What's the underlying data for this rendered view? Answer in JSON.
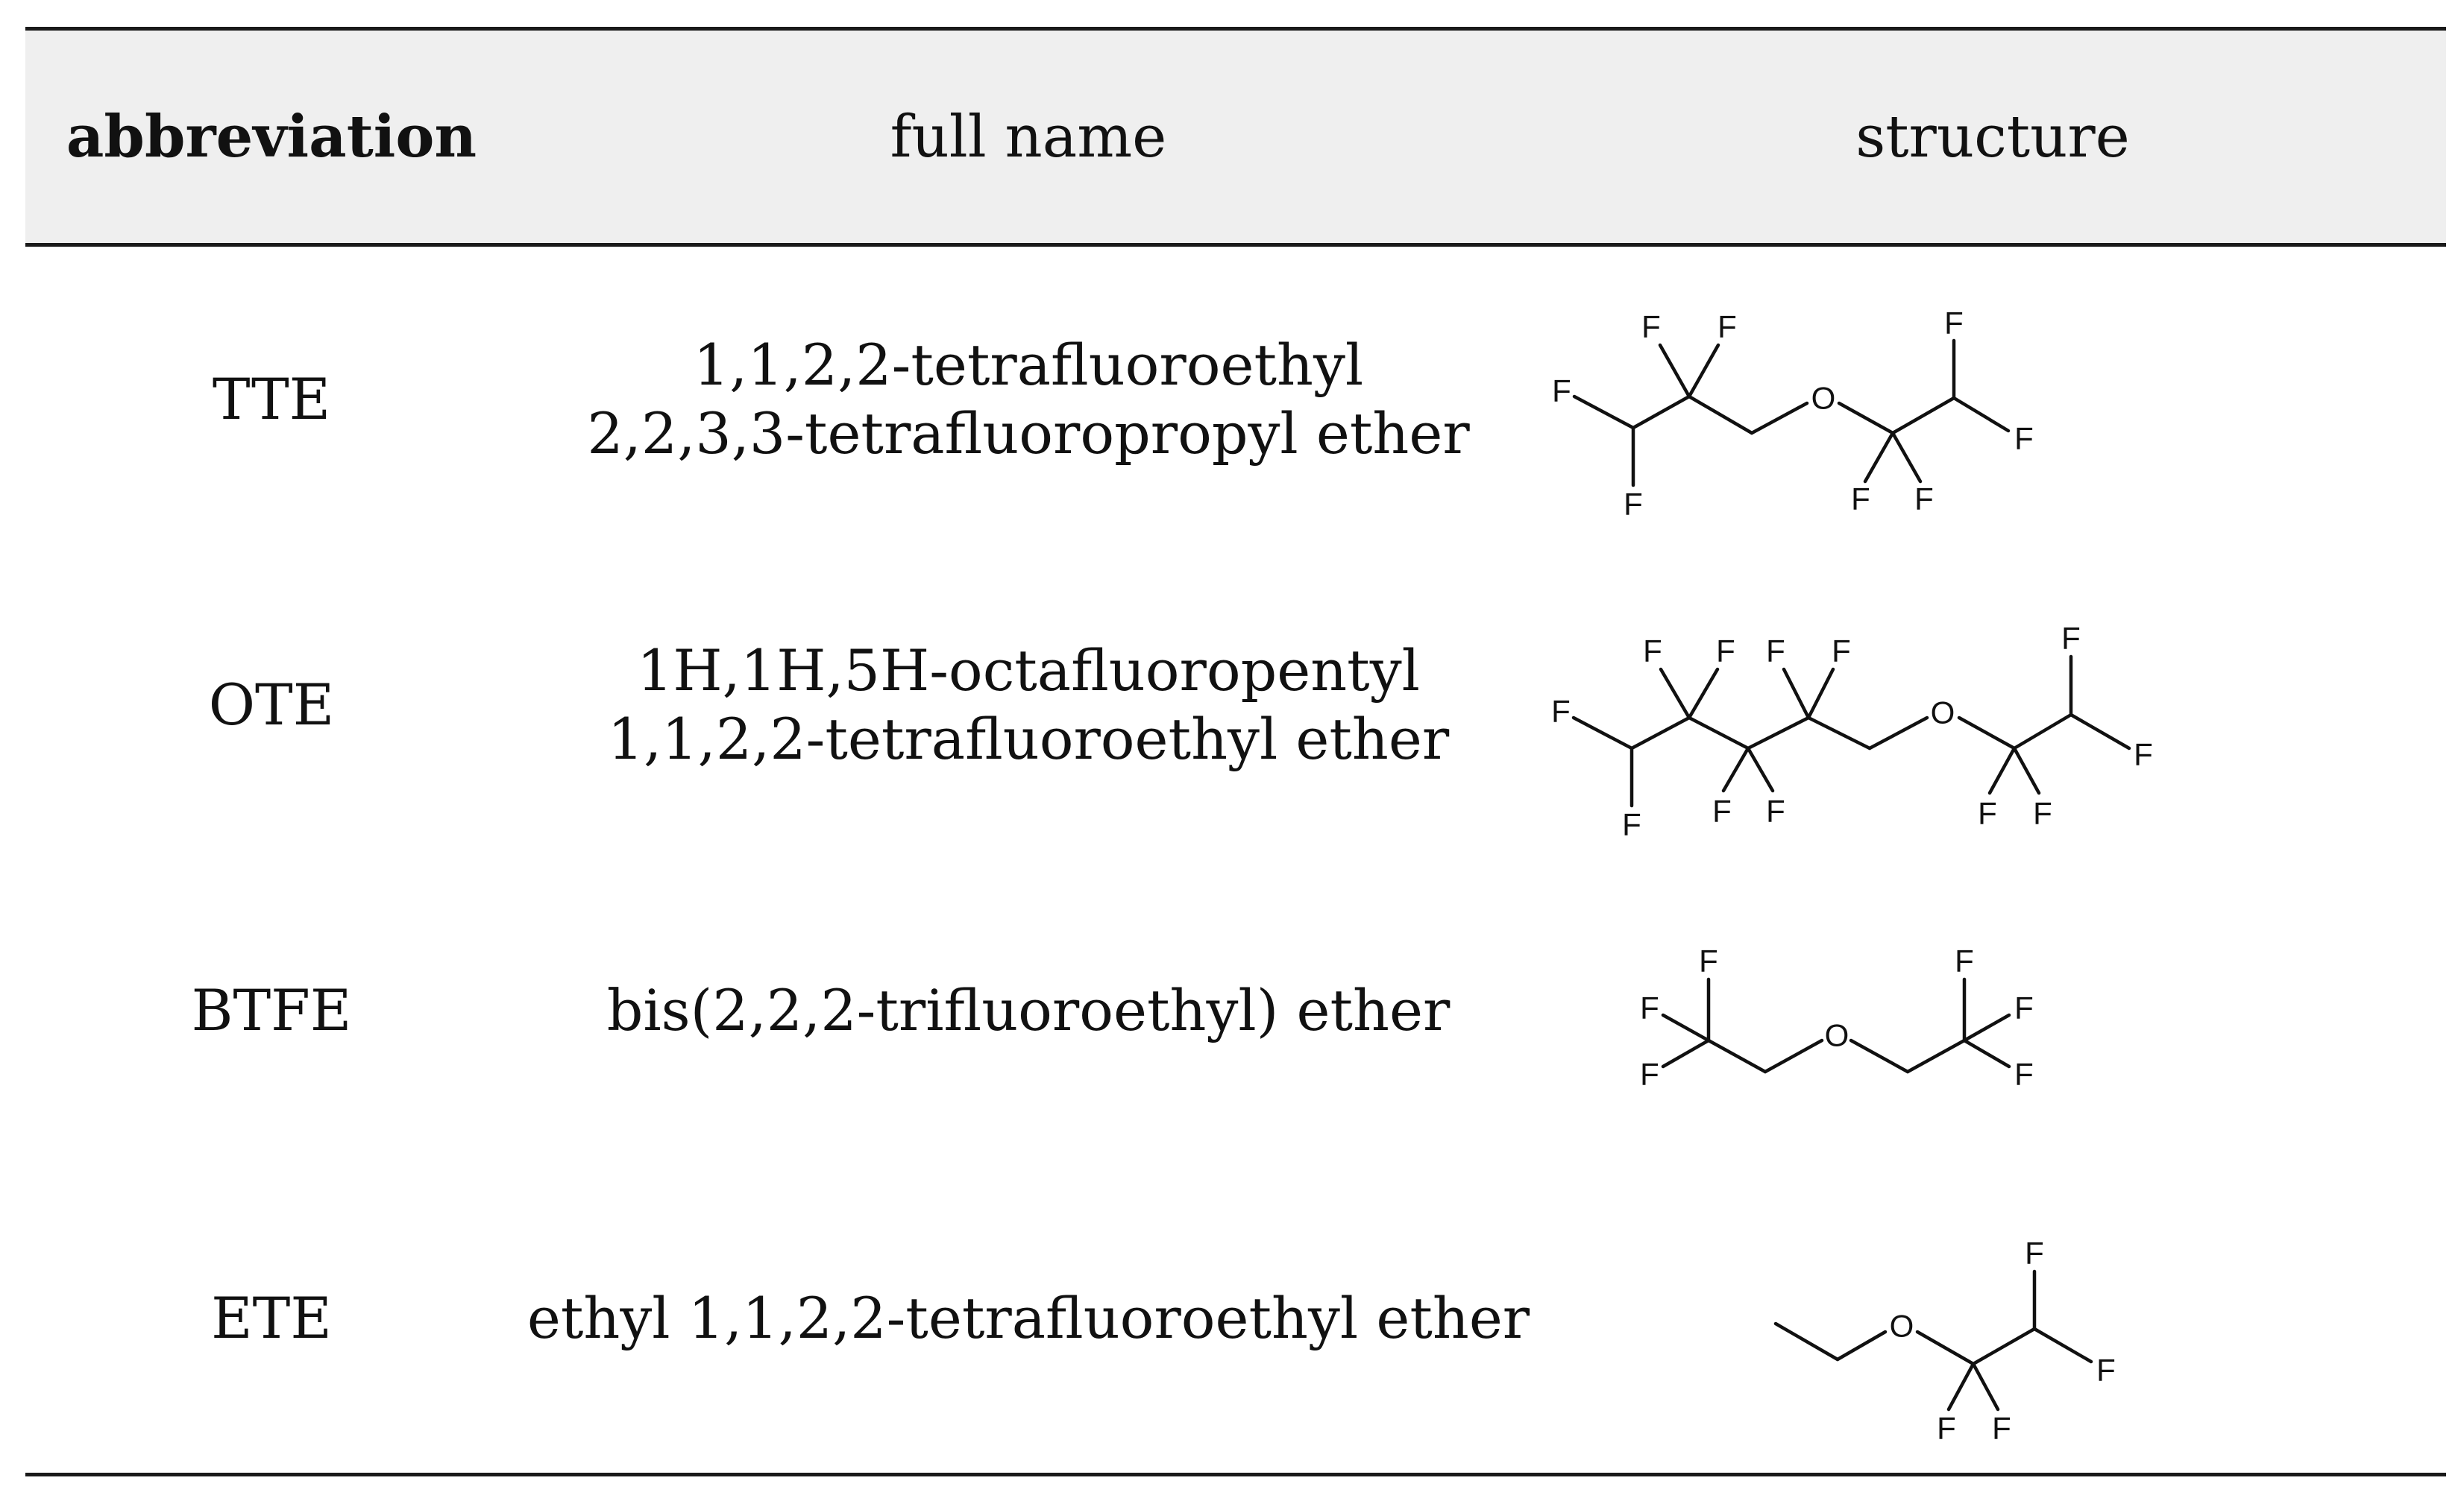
{
  "header": {
    "abbreviation": "abbreviation",
    "full_name": "full name",
    "structure": "structure"
  },
  "rows": [
    {
      "abbreviation": "TTE",
      "full_name_lines": [
        "1,1,2,2-tetrafluoroethyl",
        "2,2,3,3-tetrafluoropropyl ether"
      ]
    },
    {
      "abbreviation": "OTE",
      "full_name_lines": [
        "1H,1H,5H-octafluoropentyl",
        "1,1,2,2-tetrafluoroethyl ether"
      ]
    },
    {
      "abbreviation": "BTFE",
      "full_name_lines": [
        "bis(2,2,2-trifluoroethyl) ether"
      ]
    },
    {
      "abbreviation": "ETE",
      "full_name_lines": [
        "ethyl 1,1,2,2-tetrafluoroethyl ether"
      ]
    }
  ],
  "atoms": {
    "fluorine": "F",
    "oxygen": "O"
  }
}
